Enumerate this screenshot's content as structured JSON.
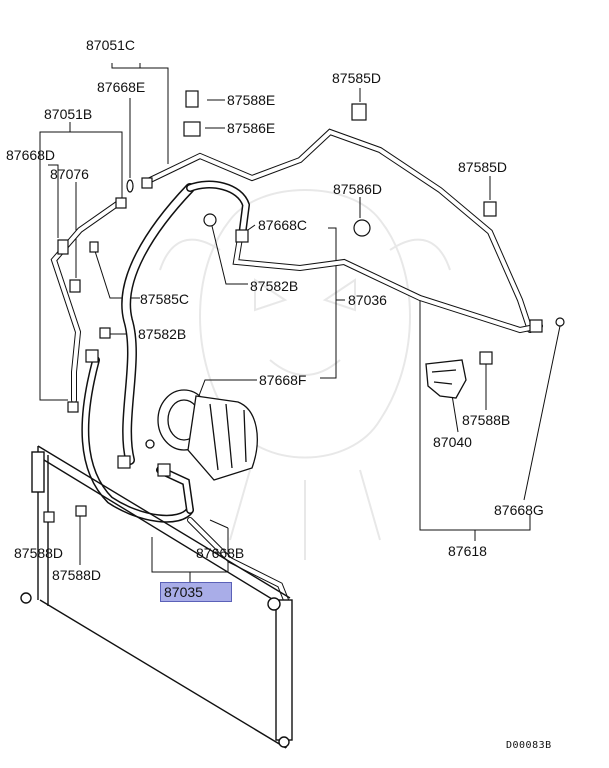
{
  "diagram": {
    "highlight_color": "#a9ade8",
    "labels": {
      "p87051C": "87051C",
      "p87668E": "87668E",
      "p87588E": "87588E",
      "p87586E": "87586E",
      "p87585D_top": "87585D",
      "p87051B": "87051B",
      "p87668D": "87668D",
      "p87076": "87076",
      "p87585D_right": "87585D",
      "p87586D": "87586D",
      "p87668C": "87668C",
      "p87582B_top": "87582B",
      "p87036": "87036",
      "p87585C": "87585C",
      "p87582B_mid": "87582B",
      "p87668F": "87668F",
      "p87588B": "87588B",
      "p87040": "87040",
      "p87668G": "87668G",
      "p87618": "87618",
      "p87588D_left": "87588D",
      "p87588D_bottom": "87588D",
      "p87668B": "87668B",
      "p87035": "87035"
    },
    "drawing_code": "D00083B"
  }
}
